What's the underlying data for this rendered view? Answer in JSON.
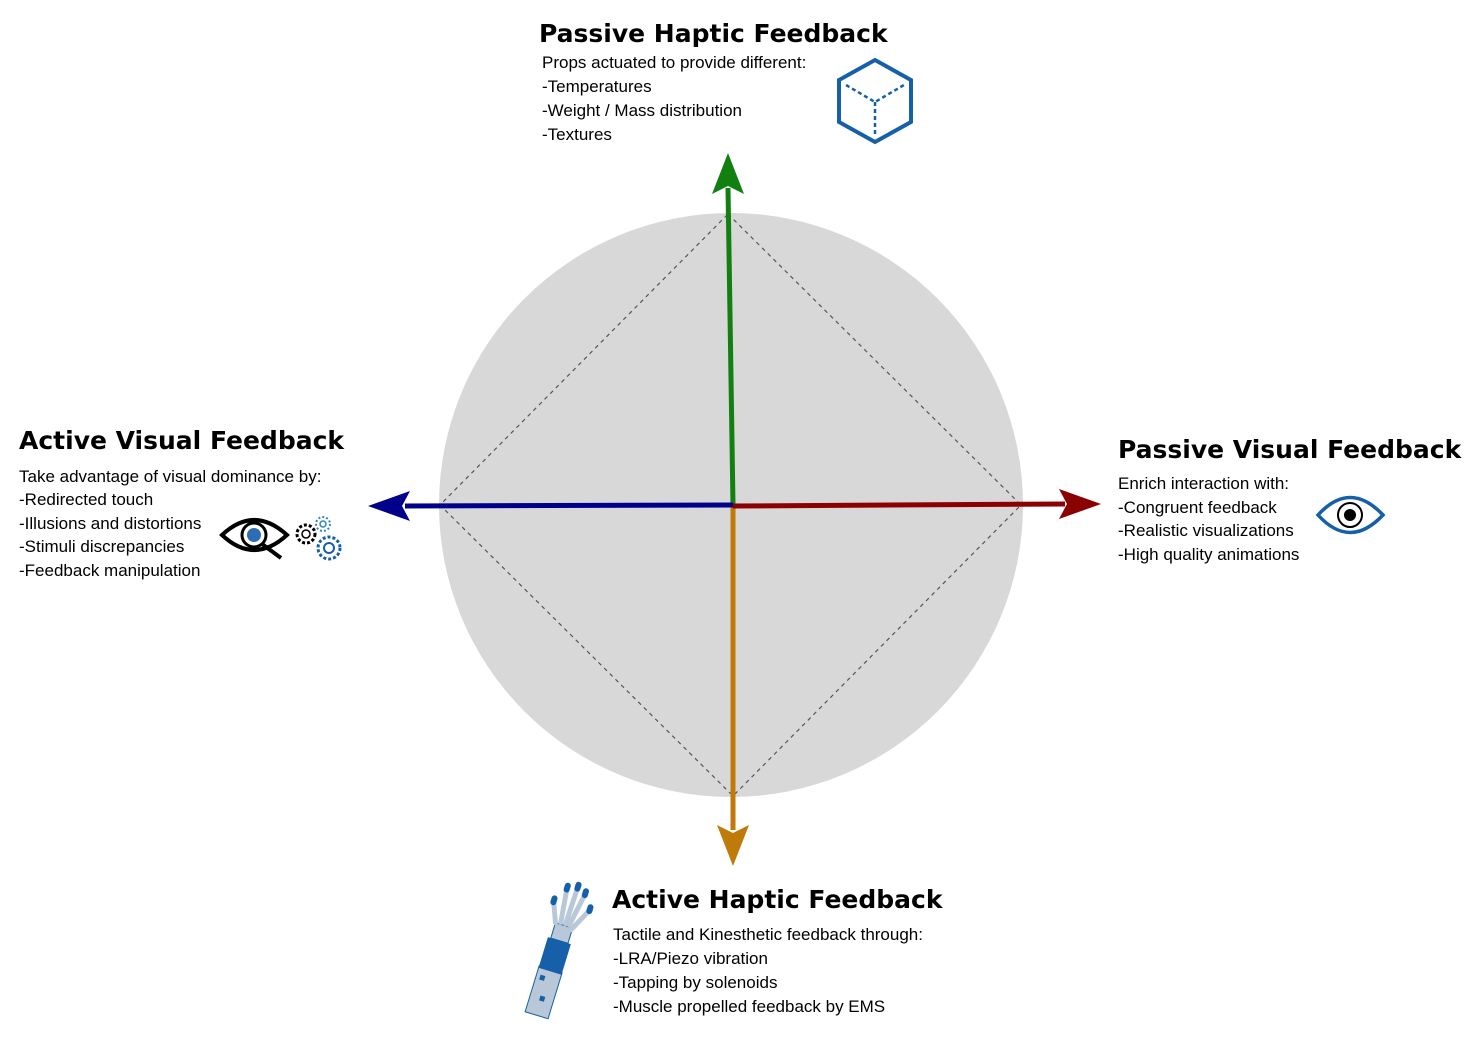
{
  "colors": {
    "circle_fill": "#d8d8d8",
    "up_axis": "#118011",
    "down_axis": "#c07a0a",
    "left_axis": "#00008b",
    "right_axis": "#8b0000",
    "icon_blue": "#1560a8"
  },
  "sections": {
    "top": {
      "title": "Passive Haptic Feedback",
      "intro": "Props actuated to provide different:",
      "items": [
        "-Temperatures",
        "-Weight / Mass distribution",
        "-Textures"
      ],
      "icon": "cube-icon"
    },
    "left": {
      "title": "Active Visual Feedback",
      "intro": "Take advantage of visual dominance by:",
      "items": [
        "-Redirected touch",
        "-Illusions and distortions",
        "-Stimuli discrepancies",
        "-Feedback manipulation"
      ],
      "icon": "eye-search-gears-icon"
    },
    "right": {
      "title": "Passive Visual Feedback",
      "intro": "Enrich interaction with:",
      "items": [
        "-Congruent feedback",
        "-Realistic visualizations",
        "-High quality animations"
      ],
      "icon": "eye-icon"
    },
    "bottom": {
      "title": "Active Haptic Feedback",
      "intro": "Tactile and Kinesthetic feedback through:",
      "items": [
        "-LRA/Piezo vibration",
        "-Tapping by solenoids",
        "-Muscle propelled feedback by EMS"
      ],
      "icon": "haptic-glove-icon"
    }
  }
}
